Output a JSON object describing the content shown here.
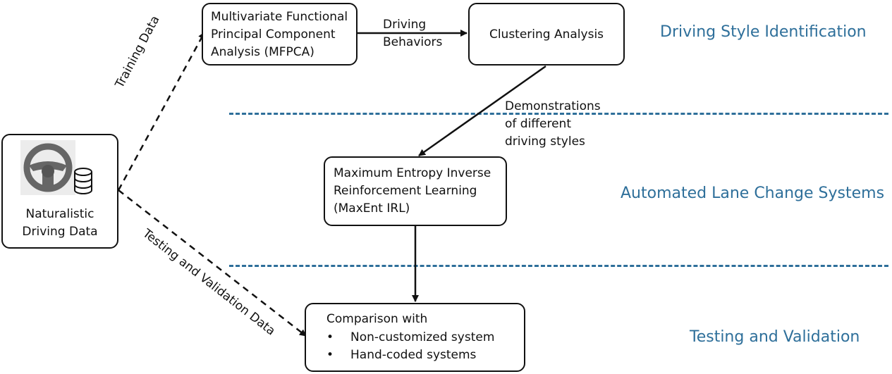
{
  "source": {
    "label": "Naturalistic\nDriving Data",
    "icon": "steering-wheel-icon",
    "icon2": "database-icon"
  },
  "mfpca": {
    "label": "Multivariate Functional\nPrincipal Component\nAnalysis (MFPCA)"
  },
  "clustering": {
    "label": "Clustering Analysis"
  },
  "irl": {
    "label": "Maximum Entropy Inverse\nReinforcement Learning\n(MaxEnt IRL)"
  },
  "comparison": {
    "title": "Comparison with",
    "items": [
      "Non-customized system",
      "Hand-coded systems"
    ]
  },
  "edges": {
    "driving_behaviors": "Driving\nBehaviors",
    "demonstrations": "Demonstrations\nof different\ndriving styles",
    "training_data": "Training Data",
    "testing_data": "Testing and Validation Data"
  },
  "sections": {
    "identification": "Driving Style Identification",
    "lane_change": "Automated Lane Change Systems",
    "testing": "Testing and Validation"
  },
  "colors": {
    "section_text": "#2e6f9a",
    "divider": "#2e6f9a"
  }
}
